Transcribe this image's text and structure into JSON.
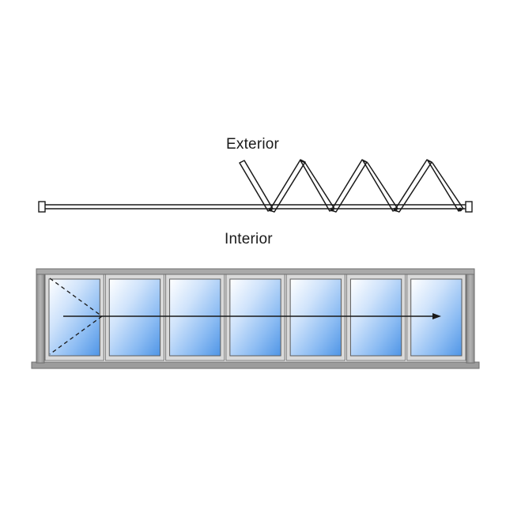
{
  "labels": {
    "exterior": "Exterior",
    "interior": "Interior"
  },
  "colors": {
    "frame": "#9a9a9a",
    "frame_dark": "#6e6e6e",
    "line": "#1a1a1a",
    "glass_light": "#eef6ff",
    "glass_dark": "#5a9ee8"
  },
  "panels": 7
}
